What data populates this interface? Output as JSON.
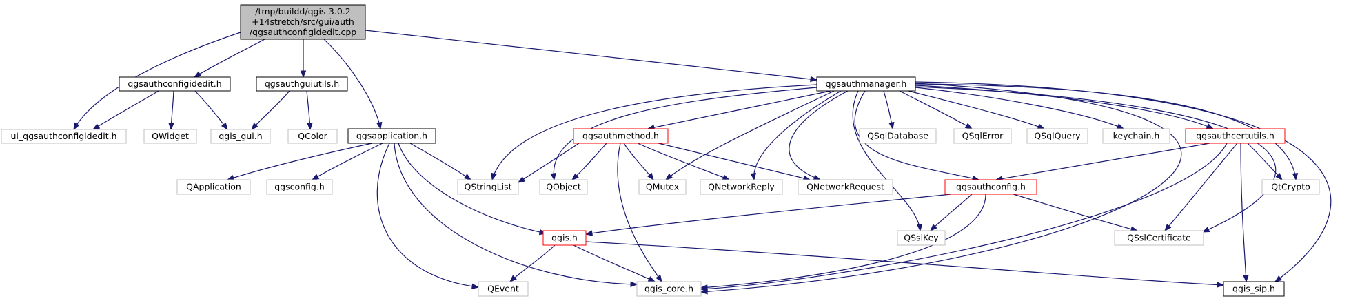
{
  "graph": {
    "nodes": [
      {
        "id": "root",
        "lines": [
          "/tmp/buildd/qgis-3.0.2",
          "+14stretch/src/gui/auth",
          "/qgsauthconfigidedit.cpp"
        ],
        "kind": "root"
      },
      {
        "id": "ui_qgsauthconfigidedit_h",
        "lines": [
          "ui_qgsauthconfigidedit.h"
        ],
        "kind": "leaf"
      },
      {
        "id": "qgsauthconfigidedit_h",
        "lines": [
          "qgsauthconfigidedit.h"
        ],
        "kind": "header"
      },
      {
        "id": "QWidget",
        "lines": [
          "QWidget"
        ],
        "kind": "leaf"
      },
      {
        "id": "qgis_gui_h",
        "lines": [
          "qgis_gui.h"
        ],
        "kind": "leaf"
      },
      {
        "id": "qgsauthguiutils_h",
        "lines": [
          "qgsauthguiutils.h"
        ],
        "kind": "header"
      },
      {
        "id": "QColor",
        "lines": [
          "QColor"
        ],
        "kind": "leaf"
      },
      {
        "id": "qgsapplication_h",
        "lines": [
          "qgsapplication.h"
        ],
        "kind": "header"
      },
      {
        "id": "QApplication",
        "lines": [
          "QApplication"
        ],
        "kind": "leaf"
      },
      {
        "id": "qgsconfig_h",
        "lines": [
          "qgsconfig.h"
        ],
        "kind": "leaf"
      },
      {
        "id": "QStringList",
        "lines": [
          "QStringList"
        ],
        "kind": "leaf"
      },
      {
        "id": "QObject",
        "lines": [
          "QObject"
        ],
        "kind": "leaf"
      },
      {
        "id": "qgsauthmethod_h",
        "lines": [
          "qgsauthmethod.h"
        ],
        "kind": "truncated"
      },
      {
        "id": "QMutex",
        "lines": [
          "QMutex"
        ],
        "kind": "leaf"
      },
      {
        "id": "QNetworkReply",
        "lines": [
          "QNetworkReply"
        ],
        "kind": "leaf"
      },
      {
        "id": "QNetworkRequest",
        "lines": [
          "QNetworkRequest"
        ],
        "kind": "leaf"
      },
      {
        "id": "qgsauthmanager_h",
        "lines": [
          "qgsauthmanager.h"
        ],
        "kind": "header"
      },
      {
        "id": "QSqlDatabase",
        "lines": [
          "QSqlDatabase"
        ],
        "kind": "leaf"
      },
      {
        "id": "QSqlError",
        "lines": [
          "QSqlError"
        ],
        "kind": "leaf"
      },
      {
        "id": "QSqlQuery",
        "lines": [
          "QSqlQuery"
        ],
        "kind": "leaf"
      },
      {
        "id": "keychain_h",
        "lines": [
          "keychain.h"
        ],
        "kind": "leaf"
      },
      {
        "id": "qgsauthcertutils_h",
        "lines": [
          "qgsauthcertutils.h"
        ],
        "kind": "truncated"
      },
      {
        "id": "QtCrypto",
        "lines": [
          "QtCrypto"
        ],
        "kind": "leaf"
      },
      {
        "id": "qgsauthconfig_h",
        "lines": [
          "qgsauthconfig.h"
        ],
        "kind": "truncated"
      },
      {
        "id": "QSslKey",
        "lines": [
          "QSslKey"
        ],
        "kind": "leaf"
      },
      {
        "id": "QSslCertificate",
        "lines": [
          "QSslCertificate"
        ],
        "kind": "leaf"
      },
      {
        "id": "qgis_h",
        "lines": [
          "qgis.h"
        ],
        "kind": "truncated"
      },
      {
        "id": "QEvent",
        "lines": [
          "QEvent"
        ],
        "kind": "leaf"
      },
      {
        "id": "qgis_core_h",
        "lines": [
          "qgis_core.h"
        ],
        "kind": "leaf"
      },
      {
        "id": "qgis_sip_h",
        "lines": [
          "qgis_sip.h"
        ],
        "kind": "header"
      }
    ],
    "edges": [
      [
        "root",
        "ui_qgsauthconfigidedit_h"
      ],
      [
        "root",
        "qgsauthconfigidedit_h"
      ],
      [
        "root",
        "qgsauthguiutils_h"
      ],
      [
        "root",
        "qgsapplication_h"
      ],
      [
        "root",
        "qgsauthmanager_h"
      ],
      [
        "qgsauthconfigidedit_h",
        "ui_qgsauthconfigidedit_h"
      ],
      [
        "qgsauthconfigidedit_h",
        "QWidget"
      ],
      [
        "qgsauthconfigidedit_h",
        "qgis_gui_h"
      ],
      [
        "qgsauthguiutils_h",
        "qgis_gui_h"
      ],
      [
        "qgsauthguiutils_h",
        "QColor"
      ],
      [
        "qgsapplication_h",
        "QApplication"
      ],
      [
        "qgsapplication_h",
        "qgsconfig_h"
      ],
      [
        "qgsapplication_h",
        "QStringList"
      ],
      [
        "qgsapplication_h",
        "qgis_h"
      ],
      [
        "qgsapplication_h",
        "QEvent"
      ],
      [
        "qgsapplication_h",
        "qgis_core_h"
      ],
      [
        "qgsauthmanager_h",
        "QStringList"
      ],
      [
        "qgsauthmanager_h",
        "QObject"
      ],
      [
        "qgsauthmanager_h",
        "qgsauthmethod_h"
      ],
      [
        "qgsauthmanager_h",
        "QMutex"
      ],
      [
        "qgsauthmanager_h",
        "QNetworkReply"
      ],
      [
        "qgsauthmanager_h",
        "QNetworkRequest"
      ],
      [
        "qgsauthmanager_h",
        "QSqlDatabase"
      ],
      [
        "qgsauthmanager_h",
        "QSqlError"
      ],
      [
        "qgsauthmanager_h",
        "QSqlQuery"
      ],
      [
        "qgsauthmanager_h",
        "keychain_h"
      ],
      [
        "qgsauthmanager_h",
        "qgsauthcertutils_h"
      ],
      [
        "qgsauthmanager_h",
        "QtCrypto"
      ],
      [
        "qgsauthmanager_h",
        "qgsauthconfig_h"
      ],
      [
        "qgsauthmanager_h",
        "QSslKey"
      ],
      [
        "qgsauthmanager_h",
        "QSslCertificate"
      ],
      [
        "qgsauthmanager_h",
        "qgis_core_h"
      ],
      [
        "qgsauthmanager_h",
        "qgis_sip_h"
      ],
      [
        "qgsauthmethod_h",
        "QStringList"
      ],
      [
        "qgsauthmethod_h",
        "QObject"
      ],
      [
        "qgsauthmethod_h",
        "QMutex"
      ],
      [
        "qgsauthmethod_h",
        "QNetworkReply"
      ],
      [
        "qgsauthmethod_h",
        "QNetworkRequest"
      ],
      [
        "qgsauthmethod_h",
        "qgis_core_h"
      ],
      [
        "qgsauthcertutils_h",
        "qgsauthconfig_h"
      ],
      [
        "qgsauthcertutils_h",
        "QtCrypto"
      ],
      [
        "qgsauthcertutils_h",
        "QSslCertificate"
      ],
      [
        "qgsauthcertutils_h",
        "qgis_core_h"
      ],
      [
        "qgsauthcertutils_h",
        "qgis_sip_h"
      ],
      [
        "qgsauthconfig_h",
        "qgis_h"
      ],
      [
        "qgsauthconfig_h",
        "QSslKey"
      ],
      [
        "qgsauthconfig_h",
        "QSslCertificate"
      ],
      [
        "qgsauthconfig_h",
        "qgis_core_h"
      ],
      [
        "qgis_h",
        "QEvent"
      ],
      [
        "qgis_h",
        "qgis_core_h"
      ],
      [
        "qgis_h",
        "qgis_sip_h"
      ]
    ]
  },
  "colors": {
    "edge": "#191970",
    "root_fill": "#bfbfbf",
    "root_border": "#000000",
    "header_border": "#000000",
    "leaf_border": "#bfbfbf",
    "leaf_text": "#000000",
    "truncated_border": "#ff0000"
  }
}
